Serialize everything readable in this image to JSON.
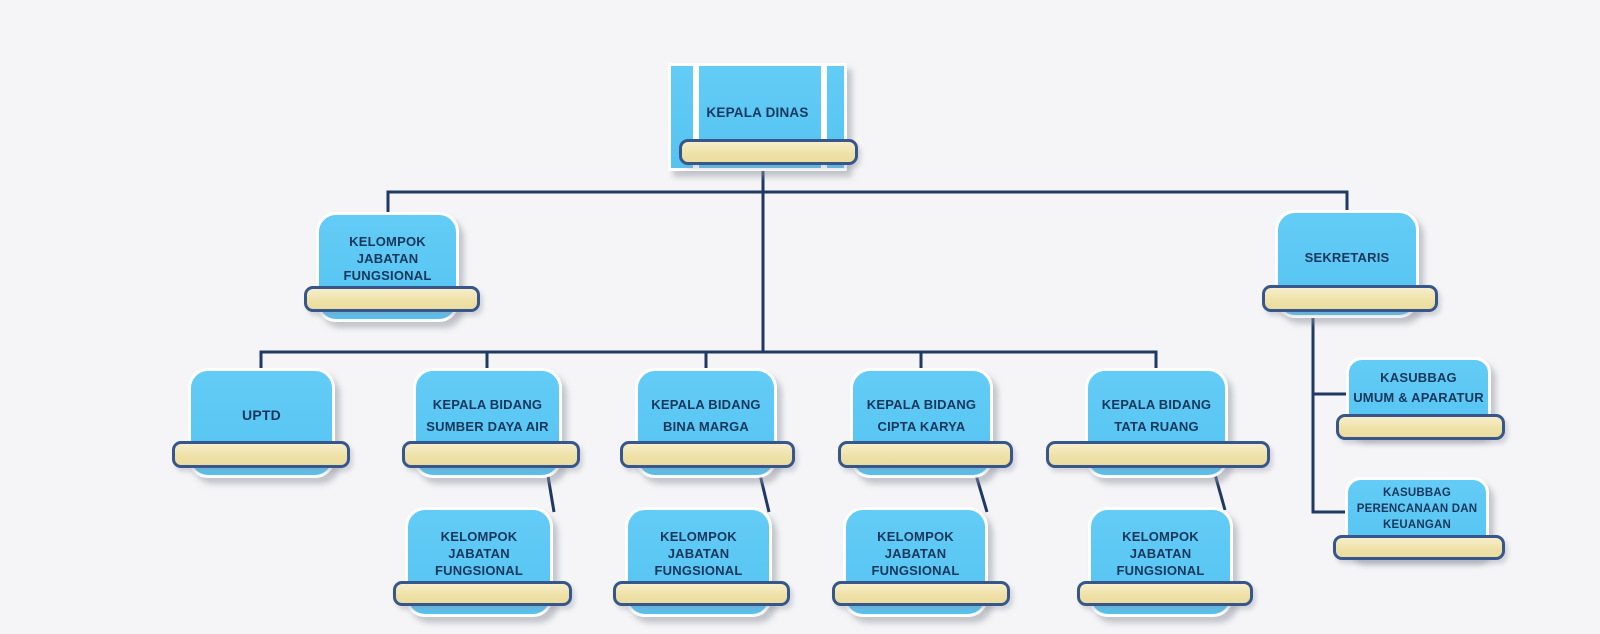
{
  "diagram": {
    "type": "org-chart",
    "colors": {
      "background": "#F5F5F7",
      "node_fill": "#5AC6F3",
      "node_border": "#FFFFFF",
      "nameplate_fill": "#F0E3AE",
      "nameplate_border": "#36568C",
      "connector_line": "#1F3864",
      "text": "#17375D"
    },
    "nodes": {
      "kepala_dinas": {
        "lines": [
          "KEPALA DINAS"
        ]
      },
      "kelompok_jabatan_fungsional": {
        "lines": [
          "KELOMPOK JABATAN",
          "FUNGSIONAL"
        ]
      },
      "sekretaris": {
        "lines": [
          "SEKRETARIS"
        ]
      },
      "uptd": {
        "lines": [
          "UPTD"
        ]
      },
      "bidang_sumber_daya_air": {
        "lines": [
          "KEPALA BIDANG",
          "SUMBER DAYA AIR"
        ]
      },
      "bidang_bina_marga": {
        "lines": [
          "KEPALA BIDANG",
          "BINA MARGA"
        ]
      },
      "bidang_cipta_karya": {
        "lines": [
          "KEPALA BIDANG",
          "CIPTA KARYA"
        ]
      },
      "bidang_tata_ruang": {
        "lines": [
          "KEPALA BIDANG",
          "TATA RUANG"
        ]
      },
      "kjf_sumber_daya_air": {
        "lines": [
          "KELOMPOK JABATAN",
          "FUNGSIONAL"
        ]
      },
      "kjf_bina_marga": {
        "lines": [
          "KELOMPOK JABATAN",
          "FUNGSIONAL"
        ]
      },
      "kjf_cipta_karya": {
        "lines": [
          "KELOMPOK JABATAN",
          "FUNGSIONAL"
        ]
      },
      "kjf_tata_ruang": {
        "lines": [
          "KELOMPOK JABATAN",
          "FUNGSIONAL"
        ]
      },
      "kasubbag_umum_aparatur": {
        "lines": [
          "KASUBBAG",
          "UMUM & APARATUR"
        ]
      },
      "kasubbag_perencanaan_keuangan": {
        "lines": [
          "KASUBBAG",
          "PERENCANAAN DAN",
          "KEUANGAN"
        ]
      }
    }
  }
}
